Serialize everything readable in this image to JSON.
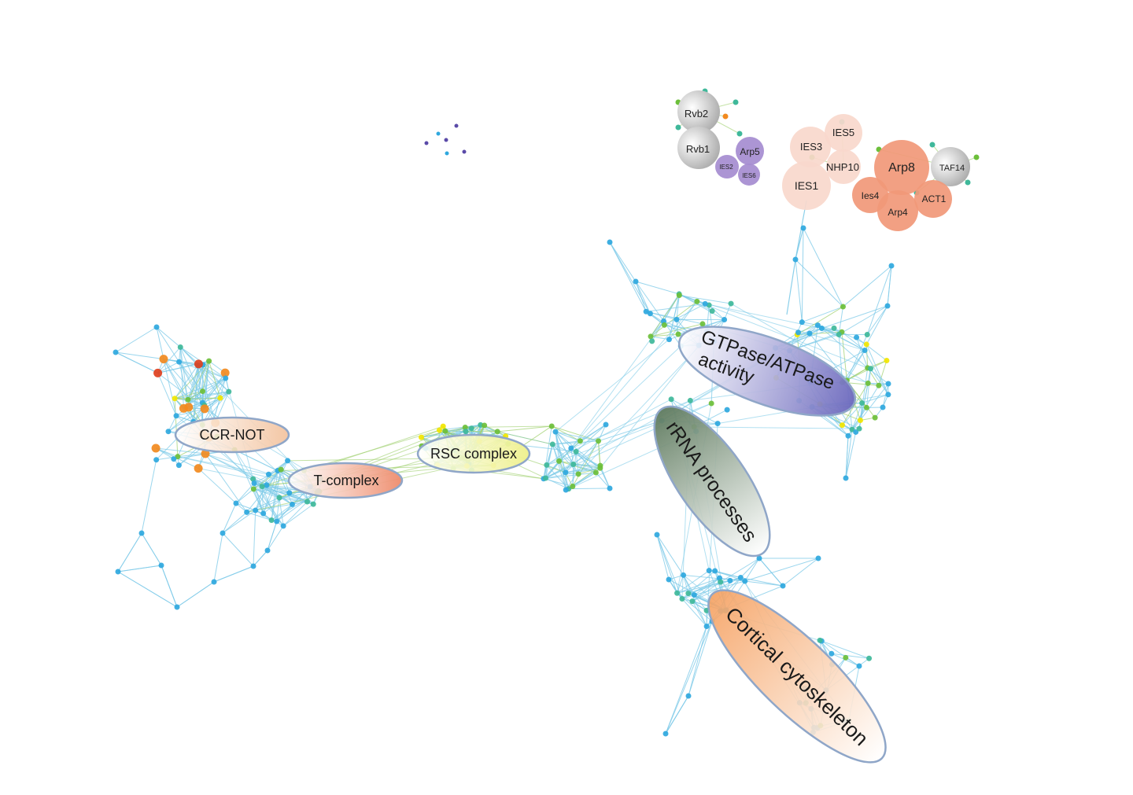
{
  "clusters": [
    {
      "id": "ccr_not",
      "label": "CCR-NOT",
      "color": "#f2c09a",
      "font": 18
    },
    {
      "id": "t_complex",
      "label": "T-complex",
      "color": "#ee8a6a",
      "font": 18
    },
    {
      "id": "rsc",
      "label": "RSC complex",
      "color": "#eef08a",
      "font": 18
    },
    {
      "id": "gtpase",
      "label": "GTPase/ATPase activity",
      "line1": "GTPase/ATPase",
      "line2": "activity",
      "color": "#6b68bd",
      "font": 24
    },
    {
      "id": "rrna",
      "label": "rRNA processes",
      "color": "#5e7a5e",
      "font": 25
    },
    {
      "id": "cortical",
      "label": "Cortical cytoskeleton",
      "color": "#f5a060",
      "font": 26
    }
  ],
  "complex_nodes": [
    {
      "id": "rvb2",
      "label": "Rvb2",
      "color": "#bdbdbd"
    },
    {
      "id": "rvb1",
      "label": "Rvb1",
      "color": "#bdbdbd"
    },
    {
      "id": "arp5",
      "label": "Arp5",
      "color": "#a58cd0"
    },
    {
      "id": "ies2",
      "label": "IES2",
      "color": "#a58cd0"
    },
    {
      "id": "ies6",
      "label": "IES6",
      "color": "#a58cd0"
    },
    {
      "id": "ies3",
      "label": "IES3",
      "color": "#f8d8cc"
    },
    {
      "id": "ies5",
      "label": "IES5",
      "color": "#f8d8cc"
    },
    {
      "id": "nhp10",
      "label": "NHP10",
      "color": "#f8d8cc"
    },
    {
      "id": "ies1",
      "label": "IES1",
      "color": "#f8d8cc"
    },
    {
      "id": "arp8",
      "label": "Arp8",
      "color": "#f19878"
    },
    {
      "id": "taf14",
      "label": "TAF14",
      "color": "#c4c8ce"
    },
    {
      "id": "ies4",
      "label": "Ies4",
      "color": "#f19878"
    },
    {
      "id": "arp4",
      "label": "Arp4",
      "color": "#f19878"
    },
    {
      "id": "act1",
      "label": "ACT1",
      "color": "#f19878"
    }
  ],
  "colors": {
    "edge": "#7fcbe8",
    "edge_dense": "#9ccf6a",
    "node_blue": "#2fa8de",
    "node_teal": "#3fb89a",
    "node_green": "#6cbf3a",
    "node_yellow": "#f2e600",
    "node_orange": "#f28a1e",
    "node_red": "#e0401e",
    "node_purple": "#5a4aa8",
    "outline": "#8fa6c8"
  }
}
